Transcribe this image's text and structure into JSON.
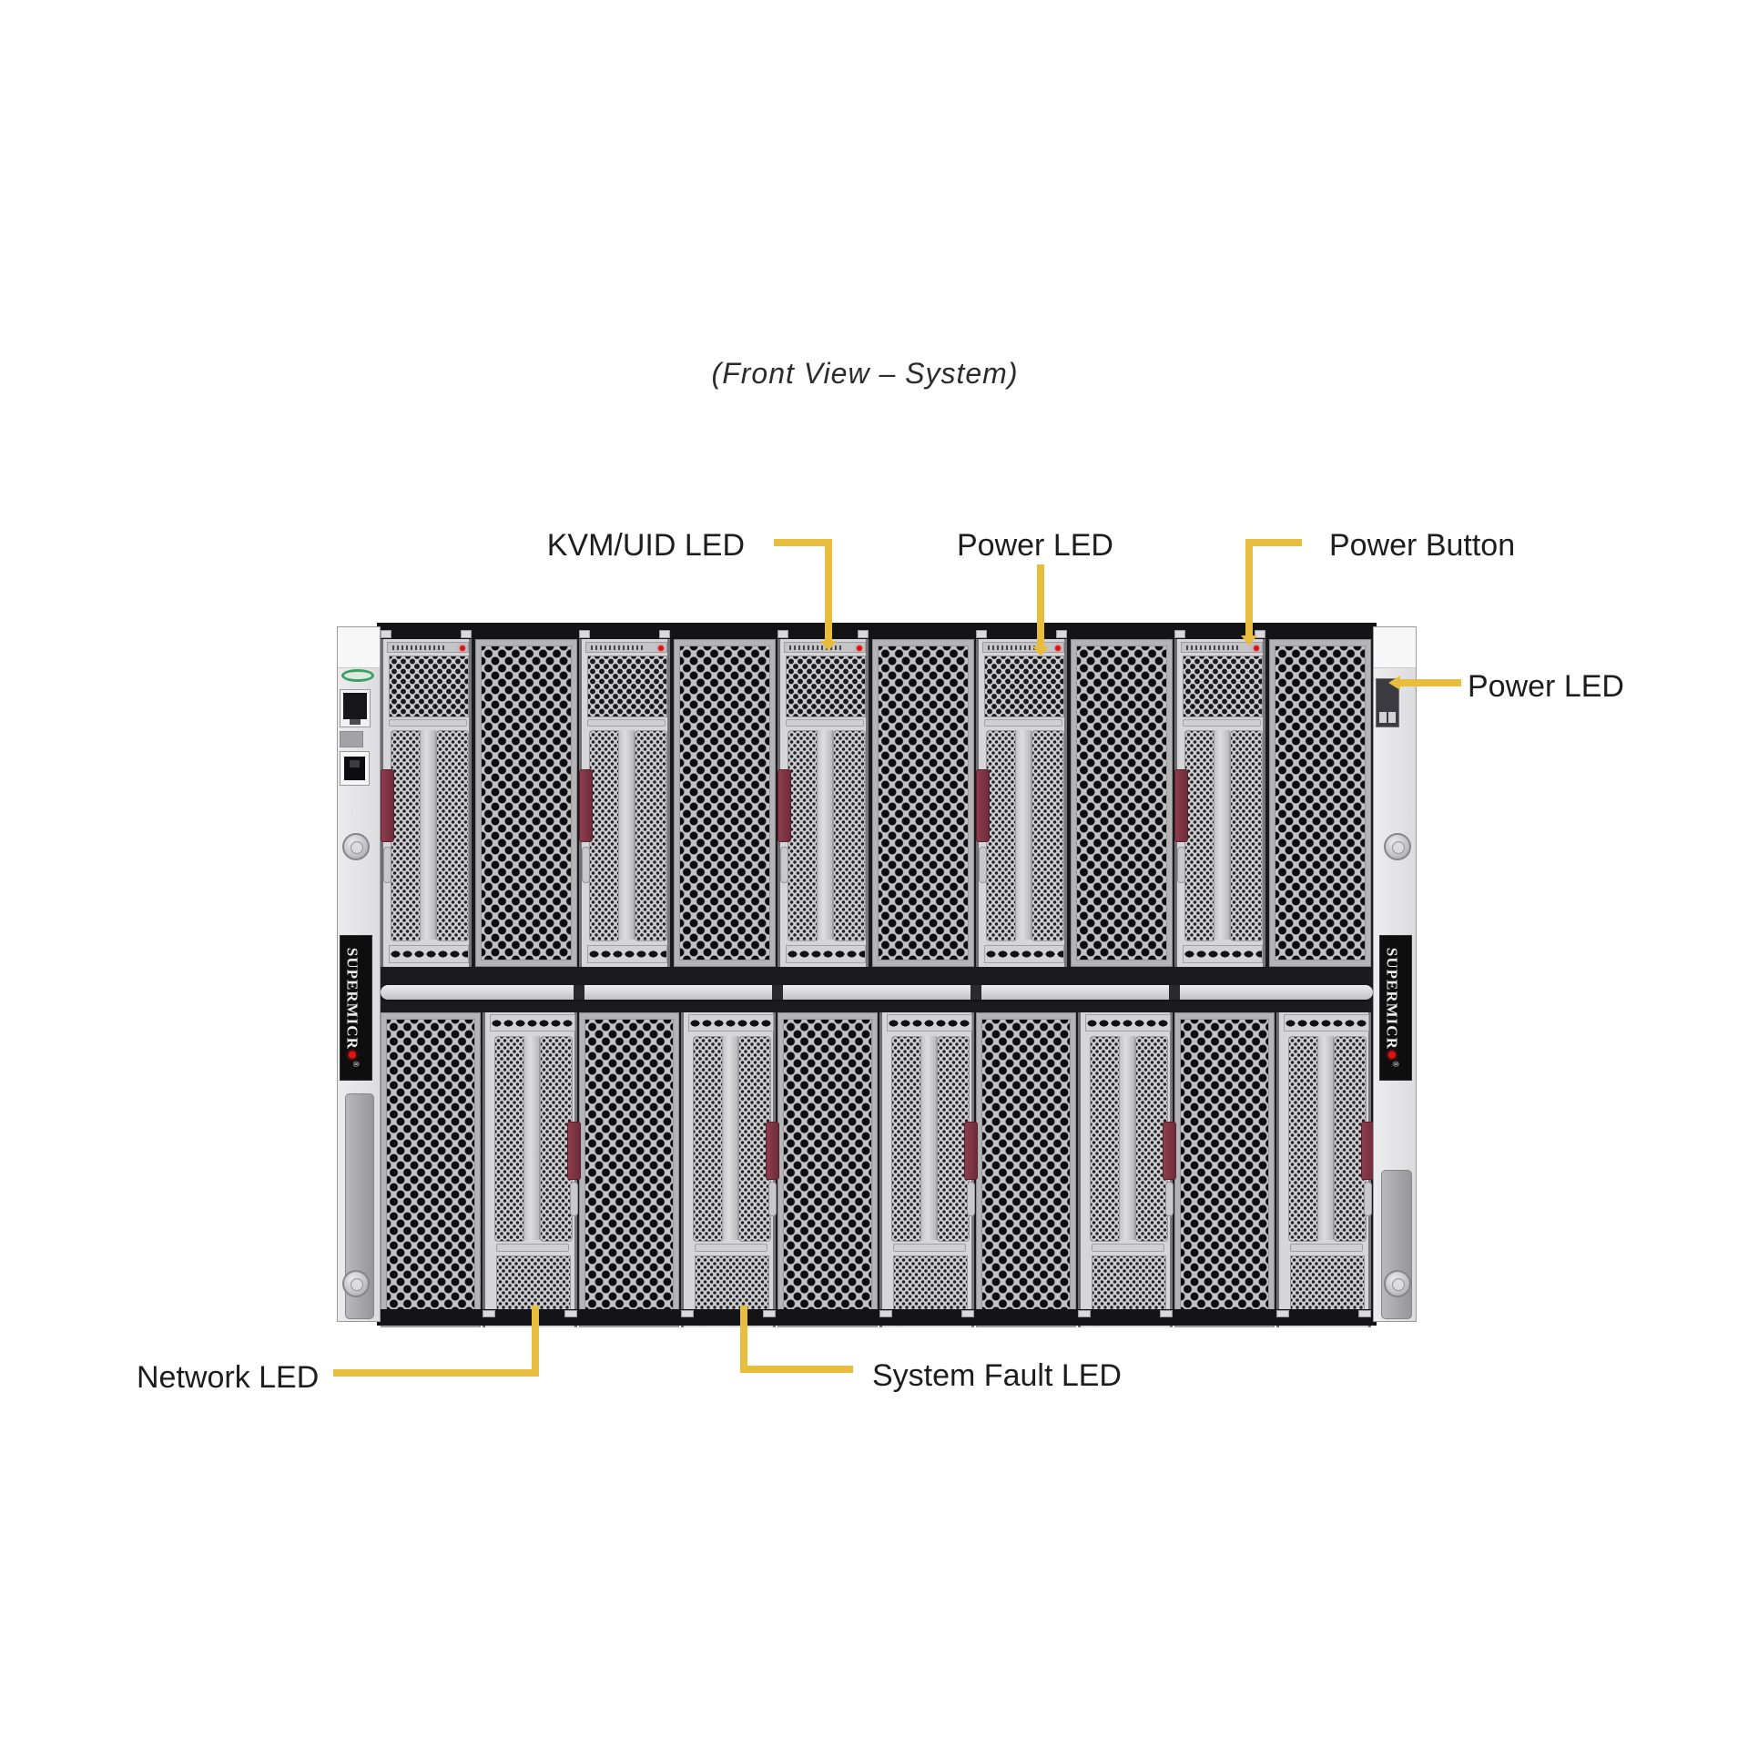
{
  "title": "(Front View – System)",
  "callouts": {
    "kvm_uid_led": {
      "label": "KVM/UID LED"
    },
    "power_led_top": {
      "label": "Power LED"
    },
    "power_button": {
      "label": "Power Button"
    },
    "power_led_right": {
      "label": "Power LED"
    },
    "network_led": {
      "label": "Network LED"
    },
    "system_fault_led": {
      "label": "System Fault LED"
    }
  },
  "chassis": {
    "brand_label": "SUPERMICR",
    "brand_o": "●",
    "brand_reg": "®",
    "top_row_blade_count": 5,
    "bottom_row_blade_count": 5
  },
  "colors": {
    "callout_yellow": "#e8bc3c",
    "latch_maroon": "#8d3e4e",
    "led_red": "#e01212",
    "chassis_light": "#e3e3e5",
    "panel_light": "#d6d6d8"
  }
}
